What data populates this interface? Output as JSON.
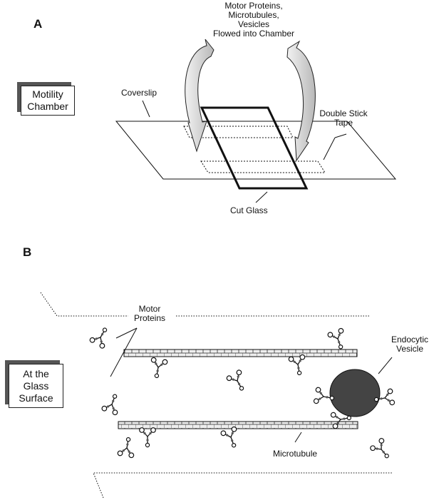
{
  "panel_a": {
    "letter": "A",
    "box_label": [
      "Motility",
      "Chamber"
    ],
    "flow_label": [
      "Motor Proteins,",
      "Microtubules,",
      "Vesicles",
      "Flowed into Chamber"
    ],
    "coverslip": "Coverslip",
    "tape_label": [
      "Double Stick",
      "Tape"
    ],
    "cut_glass": "Cut Glass"
  },
  "panel_b": {
    "letter": "B",
    "box_label": [
      "At the",
      "Glass",
      "Surface"
    ],
    "motor_label": [
      "Motor",
      "Proteins"
    ],
    "vesicle_label": [
      "Endocytic",
      "Vesicle"
    ],
    "microtubule": "Microtubule"
  },
  "colors": {
    "line": "#111111",
    "arrow_fill": "#d9d9d9",
    "vesicle": "#444444",
    "box_shadow": "#555555"
  }
}
